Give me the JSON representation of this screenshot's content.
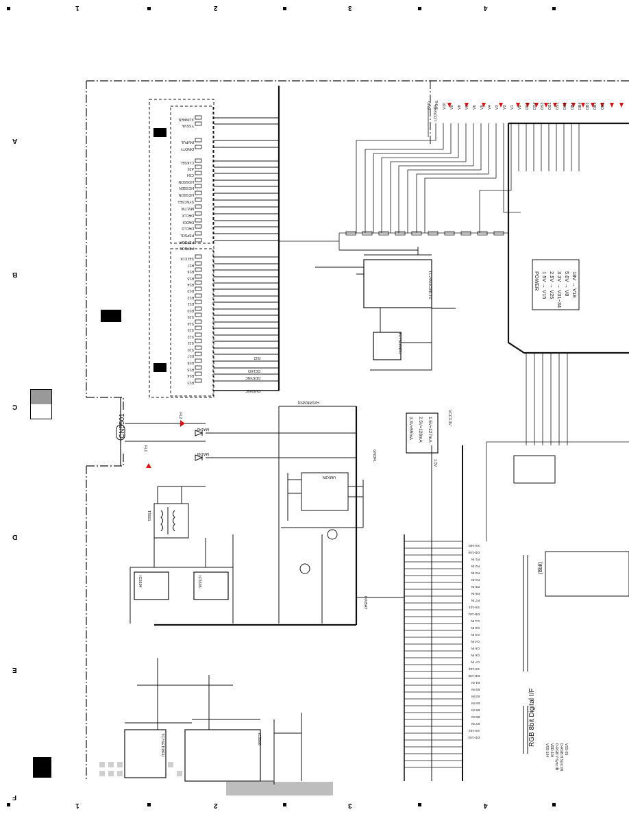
{
  "grid": {
    "top_numbers": [
      "1",
      "2",
      "3",
      "4"
    ],
    "bottom_numbers": [
      "1",
      "2",
      "3",
      "4"
    ],
    "side_letters": [
      "A",
      "B",
      "C",
      "D",
      "E",
      "F"
    ]
  },
  "connector": {
    "name": "CN5501"
  },
  "left_connector_signals_upper": [
    "XLINKEN",
    "YSSVA",
    "INVPUL",
    "DINOTY",
    "CLKSEL",
    "A25",
    "CS4",
    "HOSSON",
    "HCSSEN",
    "HCSSON",
    "SYNCSEL",
    "MVLTW",
    "DACLK",
    "DADDI",
    "DACLD",
    "P2PSOL",
    "P2PSOA",
    "P2PSOS"
  ],
  "left_connector_signals_lower": [
    "SELCLK",
    "R17",
    "R16",
    "R15",
    "R14",
    "R13",
    "R12",
    "R11",
    "R10",
    "S15",
    "S14",
    "S13",
    "S12",
    "S11",
    "S10",
    "R17",
    "R16",
    "R15",
    "R14",
    "R13",
    "R12",
    "DCLKO",
    "DDSYNC",
    "DVSYNC"
  ],
  "top_pins": [
    "GND",
    "STHL",
    "V10",
    "V9",
    "V8",
    "V7",
    "V6",
    "V5",
    "V4",
    "V3",
    "V2",
    "V1",
    "V0",
    "DS5",
    "DS4",
    "DS3",
    "DS2",
    "DS1",
    "DS0",
    "DB5",
    "DB4",
    "DB3",
    "DB2",
    "DB1"
  ],
  "power_box": {
    "lines": [
      "POWER",
      "1.5V → V15",
      "2.5V → V25",
      "3.3V → V31~34",
      "5.0V → V8",
      "18V → V18"
    ]
  },
  "current_box": {
    "lines": [
      "3.3V=55mA",
      "2.5V=128mA",
      "1.5V=127mA"
    ]
  },
  "digital_if_label": "RGB 8bit Digital I/F",
  "bit_label": "(8bit)",
  "ic_labels": {
    "ic5503": "TC74VHC04FTS",
    "ic5501": "TC7SH04FU",
    "ic5502": "TC7SET08FU",
    "ic5504": "IC5504",
    "ic5505": "IC5505",
    "ic5506": "IC5506",
    "t5501": "T5501",
    "q5501": "UMX2N"
  },
  "misc_labels": {
    "vcc33": "VCC3.3V",
    "gndfl": "GNDFL",
    "led": "1.5V",
    "fl1": "FL1",
    "fl2": "FL2",
    "d5501": "MA143",
    "d5502": "MA143",
    "hz": "HZU8B2(B3)",
    "invbat": "INVBAT",
    "lcdgnd": "LCDGND"
  },
  "right_pins": [
    "SS-100",
    "DD-100",
    "R1 IN",
    "R2 IN",
    "R3 IN",
    "R4 IN",
    "R5 IN",
    "R6 IN",
    "R7 IN",
    "SS-101",
    "DD-101",
    "G1 IN",
    "G2 IN",
    "G3 IN",
    "G4 IN",
    "G5 IN",
    "G6 IN",
    "G7 IN",
    "SS-102",
    "DD-102",
    "B1 IN",
    "B2 IN",
    "B3 IN",
    "B4 IN",
    "B5 IN",
    "B6 IN",
    "B7 IN",
    "SS-103",
    "DD-103"
  ],
  "right_bottom_labels": [
    "VSS-104",
    "VDD-104",
    "D-RGB.V.Sync.IN",
    "D-RGB.H.Sync.IN",
    "VSS-05"
  ],
  "colors": {
    "ink": "#111111",
    "marker": "#dd1111",
    "dash": "#000000",
    "tab": "#999999",
    "bottom_bar": "#bdbdbd"
  }
}
